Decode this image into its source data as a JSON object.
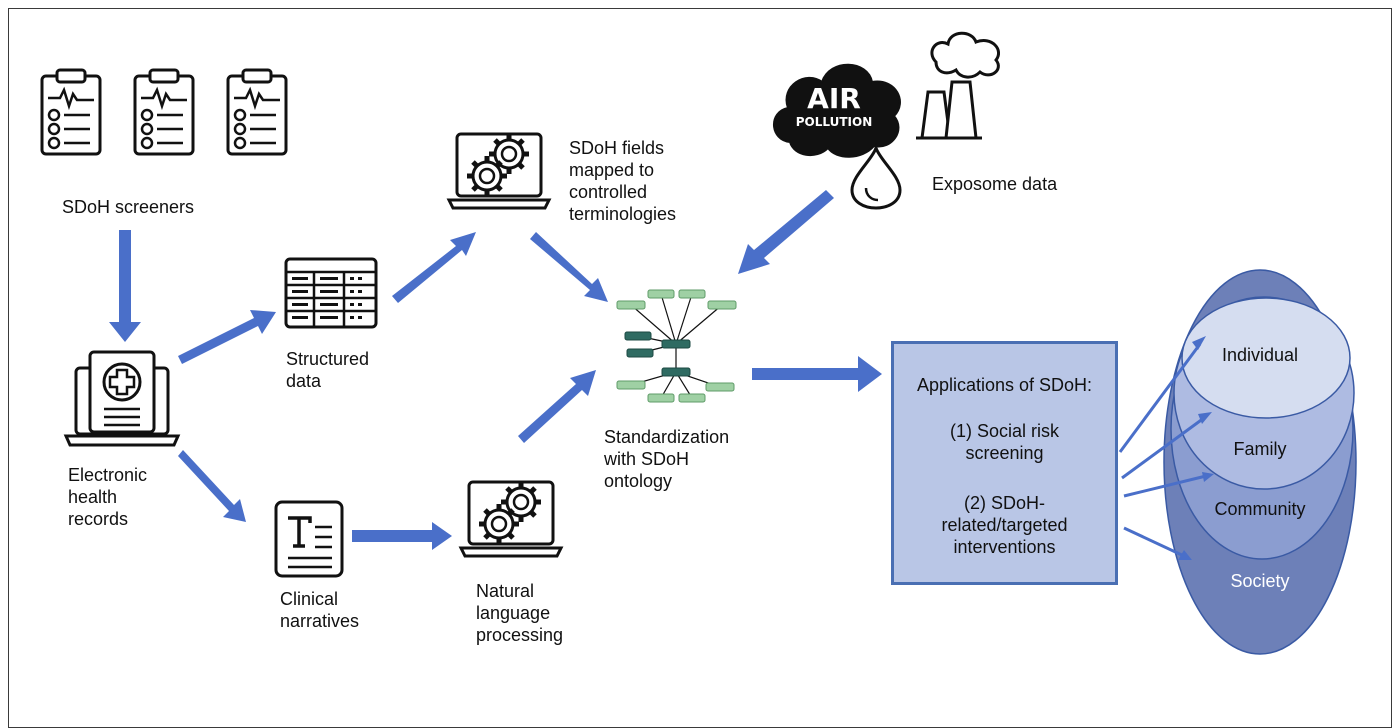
{
  "labels": {
    "sdoh_screeners": "SDoH screeners",
    "ehr": [
      "Electronic",
      "health",
      "records"
    ],
    "structured_data": [
      "Structured",
      "data"
    ],
    "clinical_narratives": [
      "Clinical",
      "narratives"
    ],
    "nlp": [
      "Natural",
      "language",
      "processing"
    ],
    "mapped": [
      "SDoH fields",
      "mapped to",
      "controlled",
      "terminologies"
    ],
    "standardization": [
      "Standardization",
      "with SDoH",
      "ontology"
    ],
    "exposome": "Exposome data",
    "air_pollution_top": "AIR",
    "air_pollution_bottom": "POLLUTION"
  },
  "applications": {
    "title": "Applications of SDoH:",
    "item1": [
      "(1) Social risk",
      "screening"
    ],
    "item2": [
      "(2) SDoH-",
      "related/targeted",
      "interventions"
    ]
  },
  "levels": {
    "individual": "Individual",
    "family": "Family",
    "community": "Community",
    "society": "Society"
  },
  "colors": {
    "arrow": "#4a6fc9",
    "box_fill": "#b9c6e6",
    "box_border": "#4a6fb3",
    "ellipse_individual": "#d5ddf0",
    "ellipse_family": "#aebbe2",
    "ellipse_community": "#8b9dd0",
    "ellipse_society": "#6d80b8",
    "ontology_light": "#9fd0a4",
    "ontology_dark": "#2f6b62"
  }
}
